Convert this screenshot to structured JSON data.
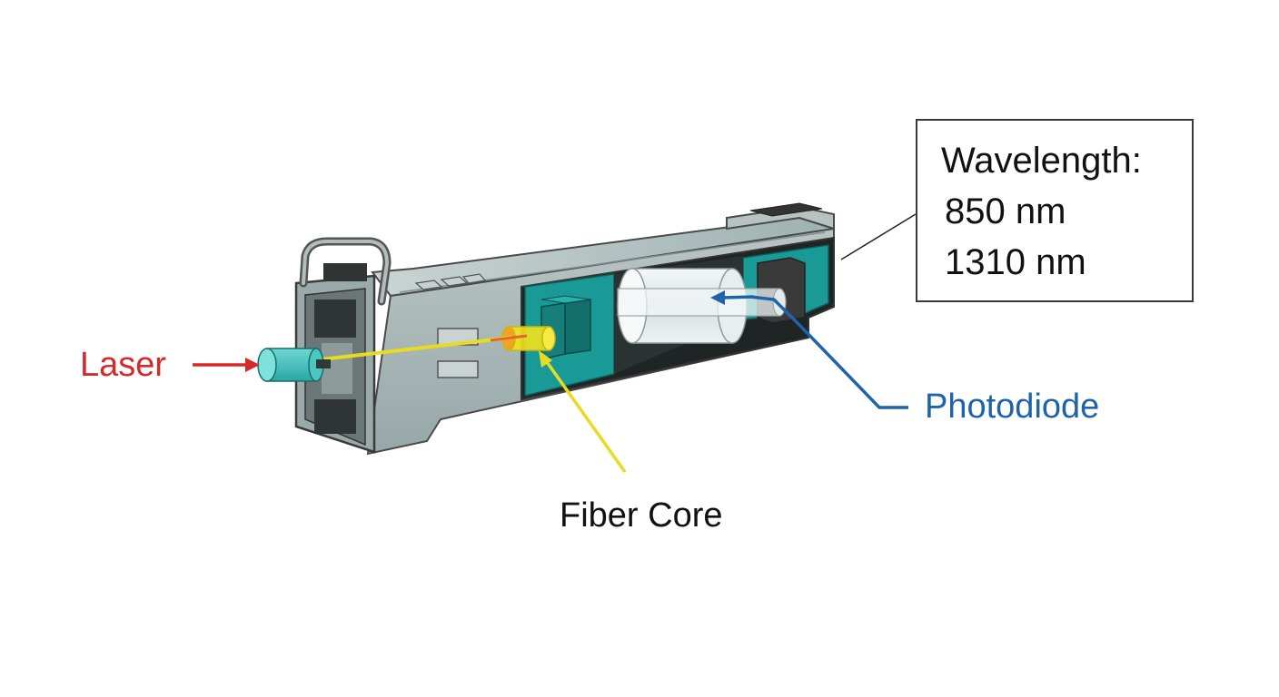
{
  "labels": {
    "laser": "Laser",
    "photodiode": "Photodiode",
    "fiber_core": "Fiber Core"
  },
  "spec_box": {
    "title": "Wavelength:",
    "values": [
      "850 nm",
      "1310 nm"
    ]
  },
  "colors": {
    "laser": "#d42a2a",
    "photodiode": "#1f64a8",
    "fiber_core": "#f2e21c",
    "housing": "#a9b8b8",
    "teal": "#1a9a96",
    "dark": "#3b3b3b"
  },
  "icons": {
    "module": "sfp-transceiver-cutaway",
    "laser_emitter": "cylinder",
    "photodiode_element": "glass-cylinder"
  }
}
